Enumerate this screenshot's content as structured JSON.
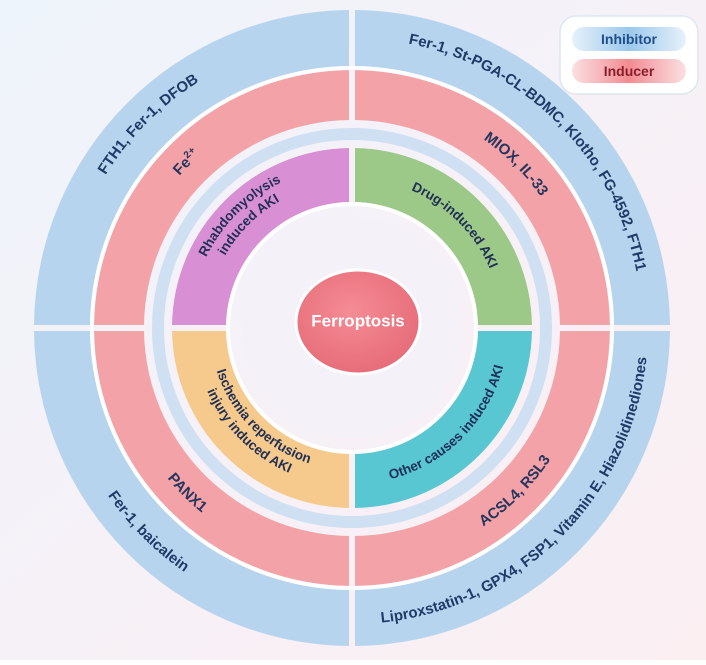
{
  "legend": {
    "inhibitor": "Inhibitor",
    "inducer": "Inducer",
    "inhibitor_color": "#7fb6e3",
    "inducer_color": "#f07f86"
  },
  "center": {
    "label": "Ferroptosis"
  },
  "quadrants": {
    "top_left": {
      "inner": "Rhabdomyolysis induced AKI",
      "inner_lines": [
        "Rhabdomyolysis",
        "induced AKI"
      ],
      "inducer": "Fe",
      "inducer_sup": "2+",
      "inhibitor": "FTH1, Fer-1, DFOB",
      "inner_color": "#d98fd4"
    },
    "top_right": {
      "inner": "Drug-induced AKI",
      "inducer": "MIOX, IL-33",
      "inhibitor": "Fer-1, St-PGA-CL-BDMC, Klotho, FG-4592, FTH1",
      "inner_color": "#9cc987"
    },
    "bottom_left": {
      "inner": "Ischemia reperfusion injury induced AKI",
      "inner_lines": [
        "Ischemia reperfusion",
        "injury induced AKI"
      ],
      "inducer": "PANX1",
      "inhibitor": "Fer-1, baicalein",
      "inner_color": "#f6c98d"
    },
    "bottom_right": {
      "inner": "Other causes induced AKI",
      "inducer": "ACSL4, RSL3",
      "inhibitor": "Liproxstatin-1, GPX4, FSP1, Vitamin E, Hiazolidinediones",
      "inner_color": "#59c7d2"
    }
  }
}
